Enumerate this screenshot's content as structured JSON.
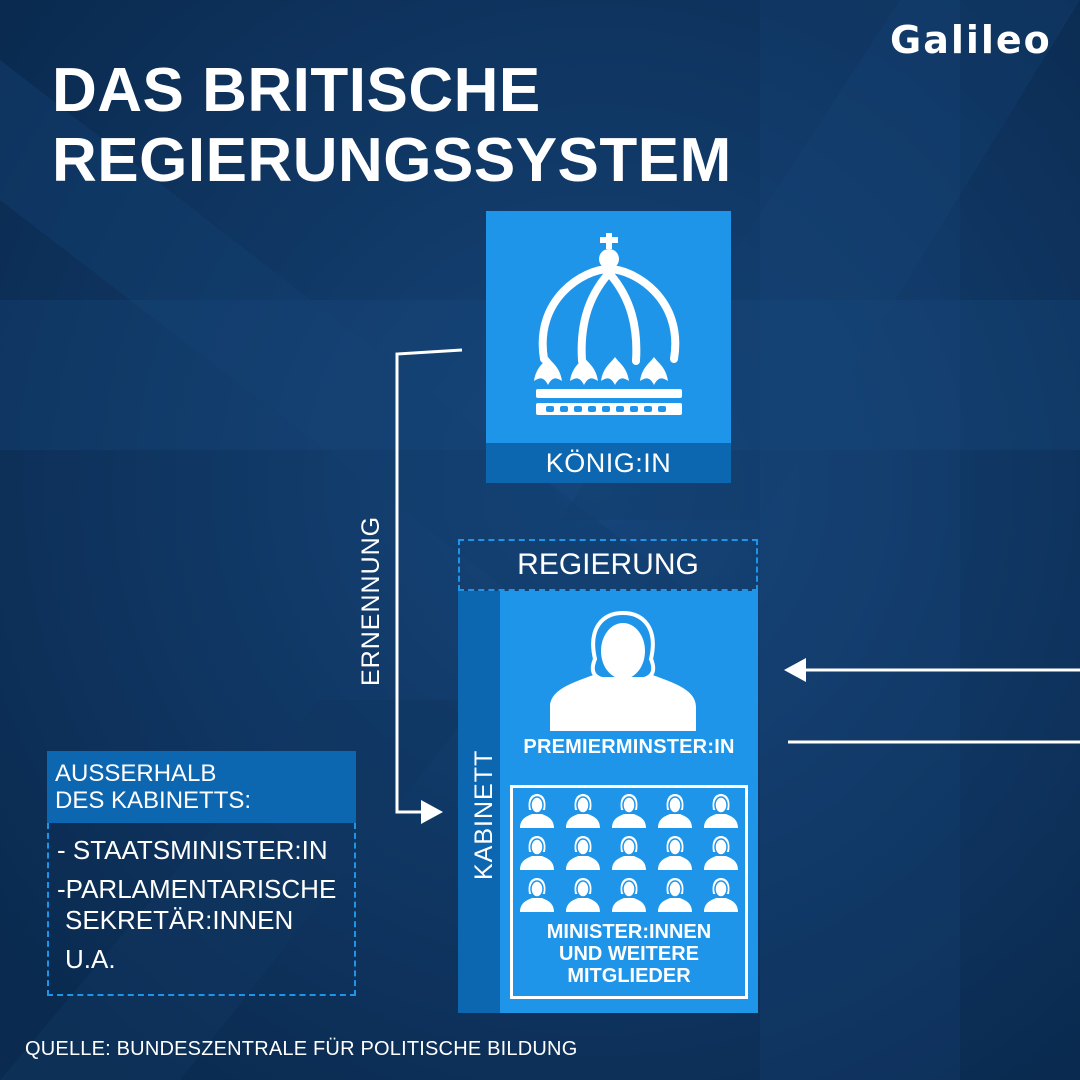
{
  "brand": {
    "logo": "Galileo"
  },
  "title": {
    "line1": "DAS BRITISCHE",
    "line2": "REGIERUNGSSYSTEM"
  },
  "monarch": {
    "label": "KÖNIG:IN",
    "icon": "crown-icon"
  },
  "appointment": {
    "label": "ERNENNUNG"
  },
  "government": {
    "label": "REGIERUNG",
    "cabinet_label": "KABINETT",
    "prime_minister": {
      "label": "PREMIERMINSTER:IN",
      "icon": "person-icon"
    },
    "ministers": {
      "line1": "MINISTER:INNEN",
      "line2": "UND WEITERE",
      "line3": "MITGLIEDER",
      "icon": "people-group-icon"
    }
  },
  "outside_cabinet": {
    "heading_line1": "AUSSERHALB",
    "heading_line2": "DES KABINETTS:",
    "item1": "- STAATSMINISTER:IN",
    "item2_line1": "-PARLAMENTARISCHE",
    "item2_line2": "SEKRETÄR:INNEN",
    "item3": "U.A."
  },
  "source": "QUELLE: BUNDESZENTRALE FÜR POLITISCHE BILDUNG",
  "colors": {
    "background": "#0c2f56",
    "accent": "#1f95ea",
    "accent_dark": "#0d66b0",
    "text": "#ffffff"
  }
}
